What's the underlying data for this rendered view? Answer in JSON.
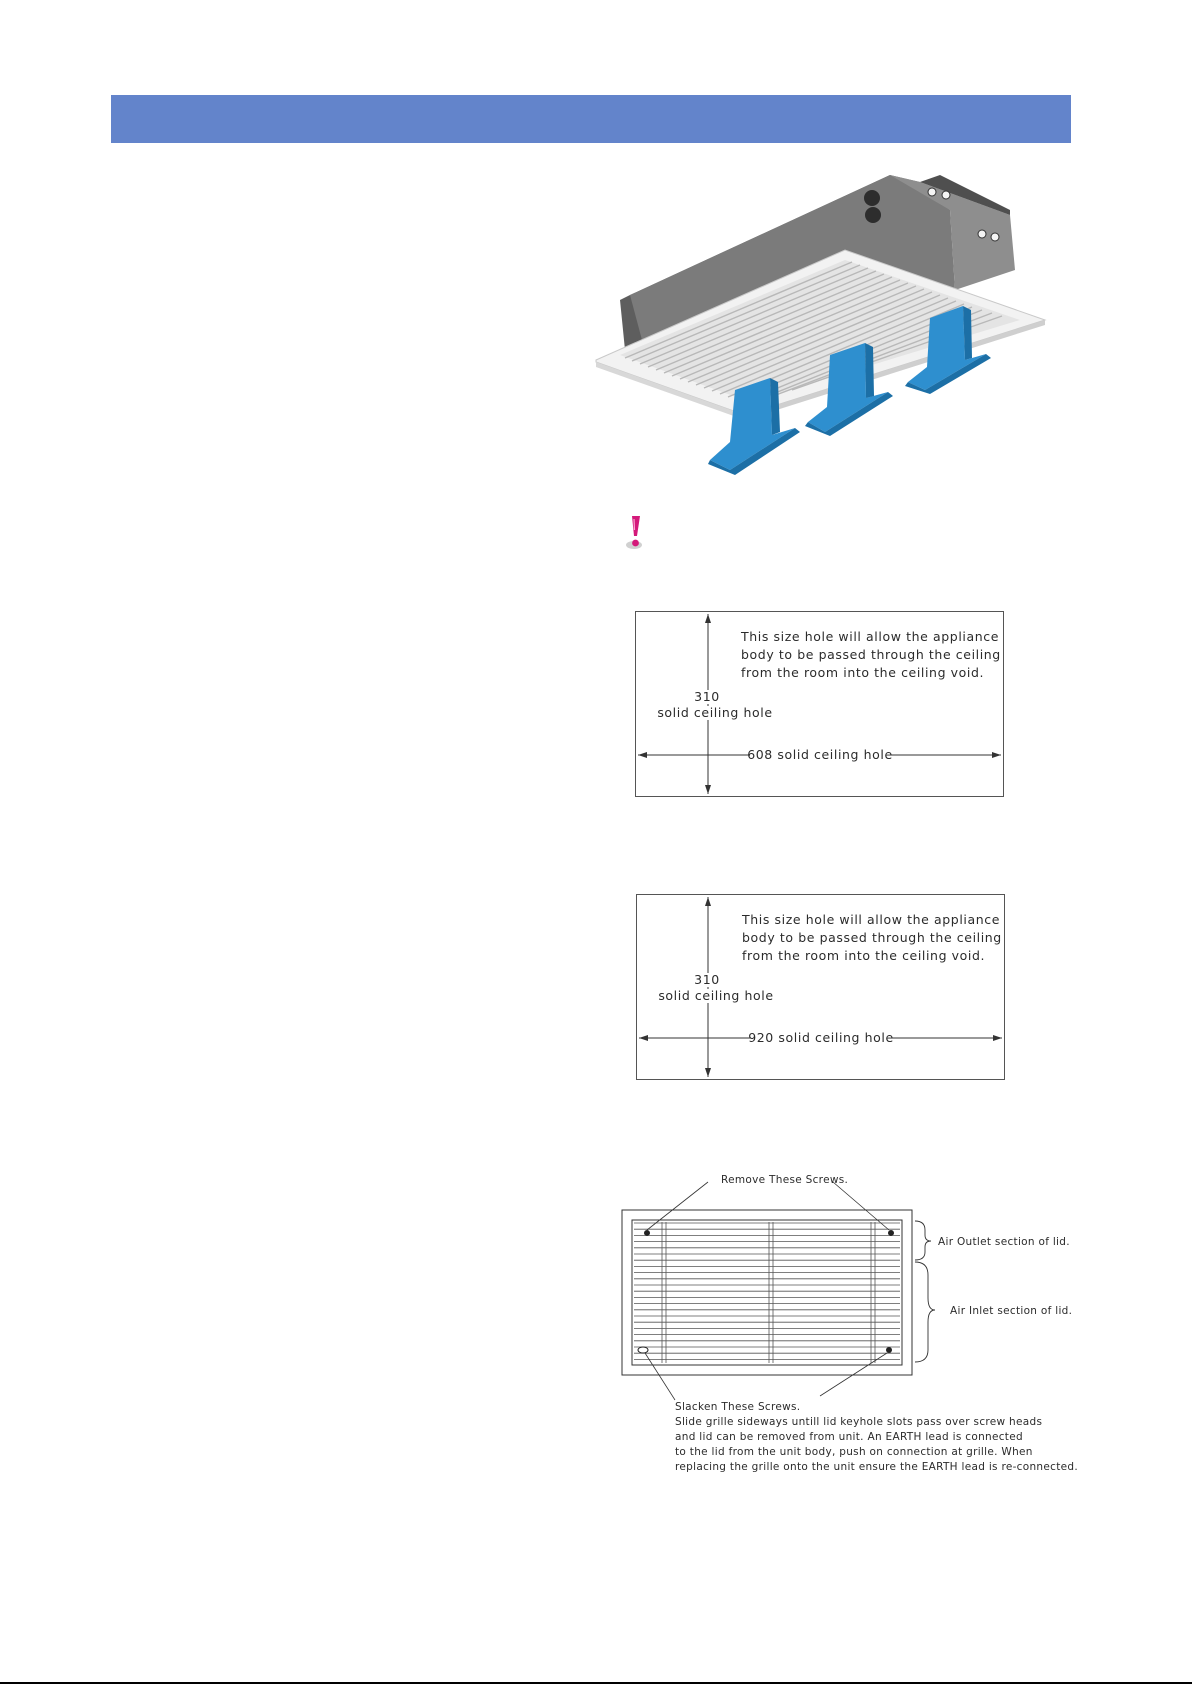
{
  "header": {
    "color": "#6384cb"
  },
  "warning": {
    "icon": "exclamation-warning-icon",
    "color": "#d4197a"
  },
  "product_image": {
    "icon": "ceiling-air-curtain-unit",
    "arrow_color": "#2e8fcf"
  },
  "diagram_608": {
    "note_lines": [
      "This size hole will allow the appliance",
      "body to be passed through the ceiling",
      "from the room into the ceiling void."
    ],
    "height_value": "310",
    "height_label": "solid ceiling hole",
    "width_label": "608 solid ceiling hole"
  },
  "diagram_920": {
    "note_lines": [
      "This size hole will allow the appliance",
      "body to be passed through the ceiling",
      "from the room into the ceiling void."
    ],
    "height_value": "310",
    "height_label": "solid ceiling hole",
    "width_label": "920 solid ceiling hole"
  },
  "grille_diagram": {
    "remove_label": "Remove These Screws.",
    "outlet_label": "Air Outlet section of lid.",
    "inlet_label": "Air Inlet section of lid.",
    "slacken_lines": [
      "Slacken These Screws.",
      "Slide grille sideways untill lid keyhole slots pass over screw heads",
      "and lid can be removed from unit.  An EARTH  lead is connected",
      "to the lid from the unit body, push on connection at grille.  When",
      "replacing the grille onto the unit ensure the EARTH lead is re-connected."
    ]
  }
}
